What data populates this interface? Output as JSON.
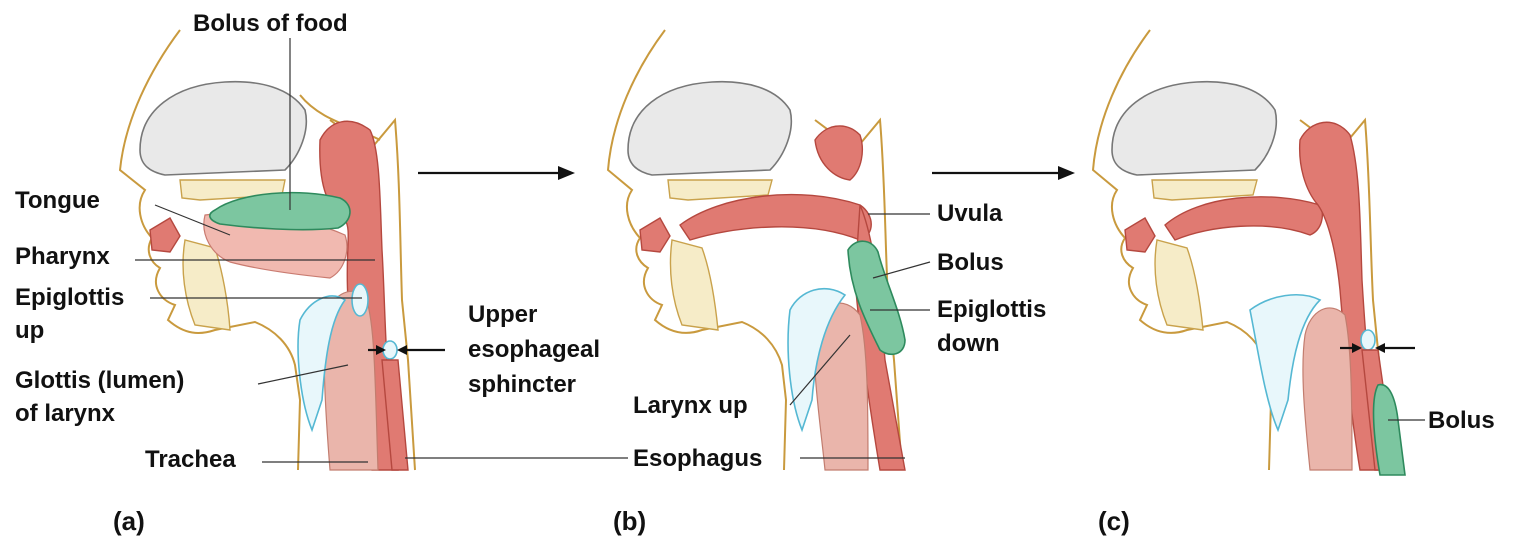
{
  "panels": [
    {
      "id": "a",
      "caption": "(a)",
      "labels": {
        "bolus_of_food": "Bolus of food",
        "tongue": "Tongue",
        "pharynx": "Pharynx",
        "epiglottis_up_1": "Epiglottis",
        "epiglottis_up_2": "up",
        "upper_sphincter_1": "Upper",
        "upper_sphincter_2": "esophageal",
        "upper_sphincter_3": "sphincter",
        "glottis_1": "Glottis (lumen)",
        "glottis_2": "of larynx",
        "trachea": "Trachea"
      }
    },
    {
      "id": "b",
      "caption": "(b)",
      "labels": {
        "uvula": "Uvula",
        "bolus": "Bolus",
        "epiglottis_down_1": "Epiglottis",
        "epiglottis_down_2": "down",
        "larynx_up": "Larynx up",
        "esophagus": "Esophagus"
      }
    },
    {
      "id": "c",
      "caption": "(c)",
      "labels": {
        "bolus": "Bolus"
      }
    }
  ],
  "colors": {
    "muscle": "#e07a72",
    "bolus": "#7cc6a0",
    "cartilage": "#55b8d3",
    "bone": "#f6ecc8",
    "skin_outline": "#c99a3e"
  },
  "icons": [
    "arrow-right-icon",
    "inward-arrows-icon"
  ]
}
